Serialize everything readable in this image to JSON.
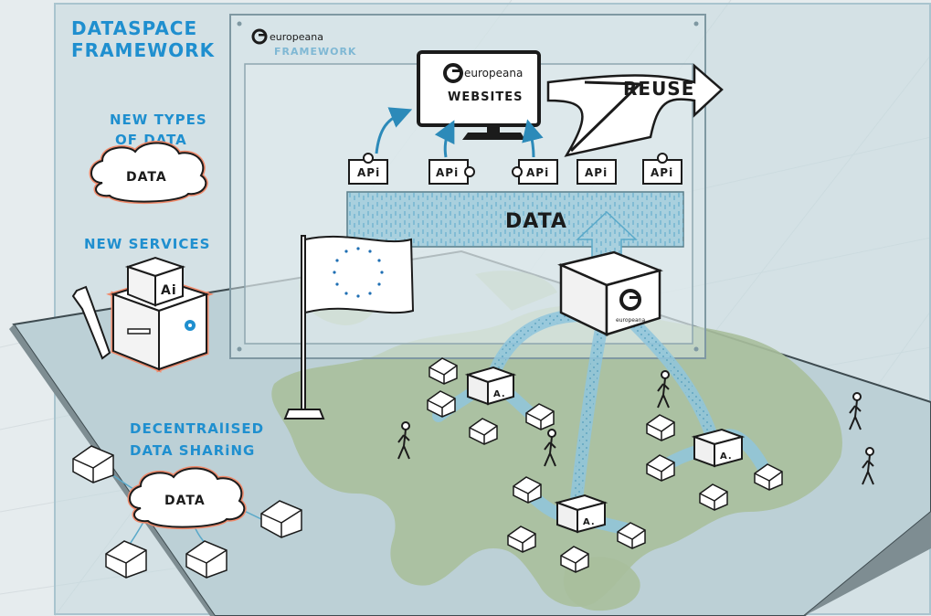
{
  "title": {
    "line1": "DATASPACE",
    "line2": "FRAMEWORK"
  },
  "frame": {
    "brand": "europeana",
    "subtitle": "FRAMEWORK"
  },
  "websites": {
    "brand": "europeana",
    "label": "WEBSITES"
  },
  "reuse_label": "REUSE",
  "api_label": "APi",
  "data_bar_label": "DATA",
  "new_types": {
    "line1": "NEW TYPES",
    "line2": "OF DATA",
    "cloud_label": "DATA"
  },
  "new_services": {
    "label": "NEW SERVICES",
    "box_label": "Ai"
  },
  "decentralised": {
    "line1": "DECENTRAlISED",
    "line2": "DATA SHARiNG",
    "cloud_label": "DATA"
  },
  "aggregator_label": "A.",
  "hub_label": "europeana",
  "colors": {
    "accent": "#1f8fcf",
    "panel": "#c9dce3",
    "map_land": "#a9bf9c",
    "map_sea": "#bcd0d6",
    "flow": "#8fc6dd"
  }
}
